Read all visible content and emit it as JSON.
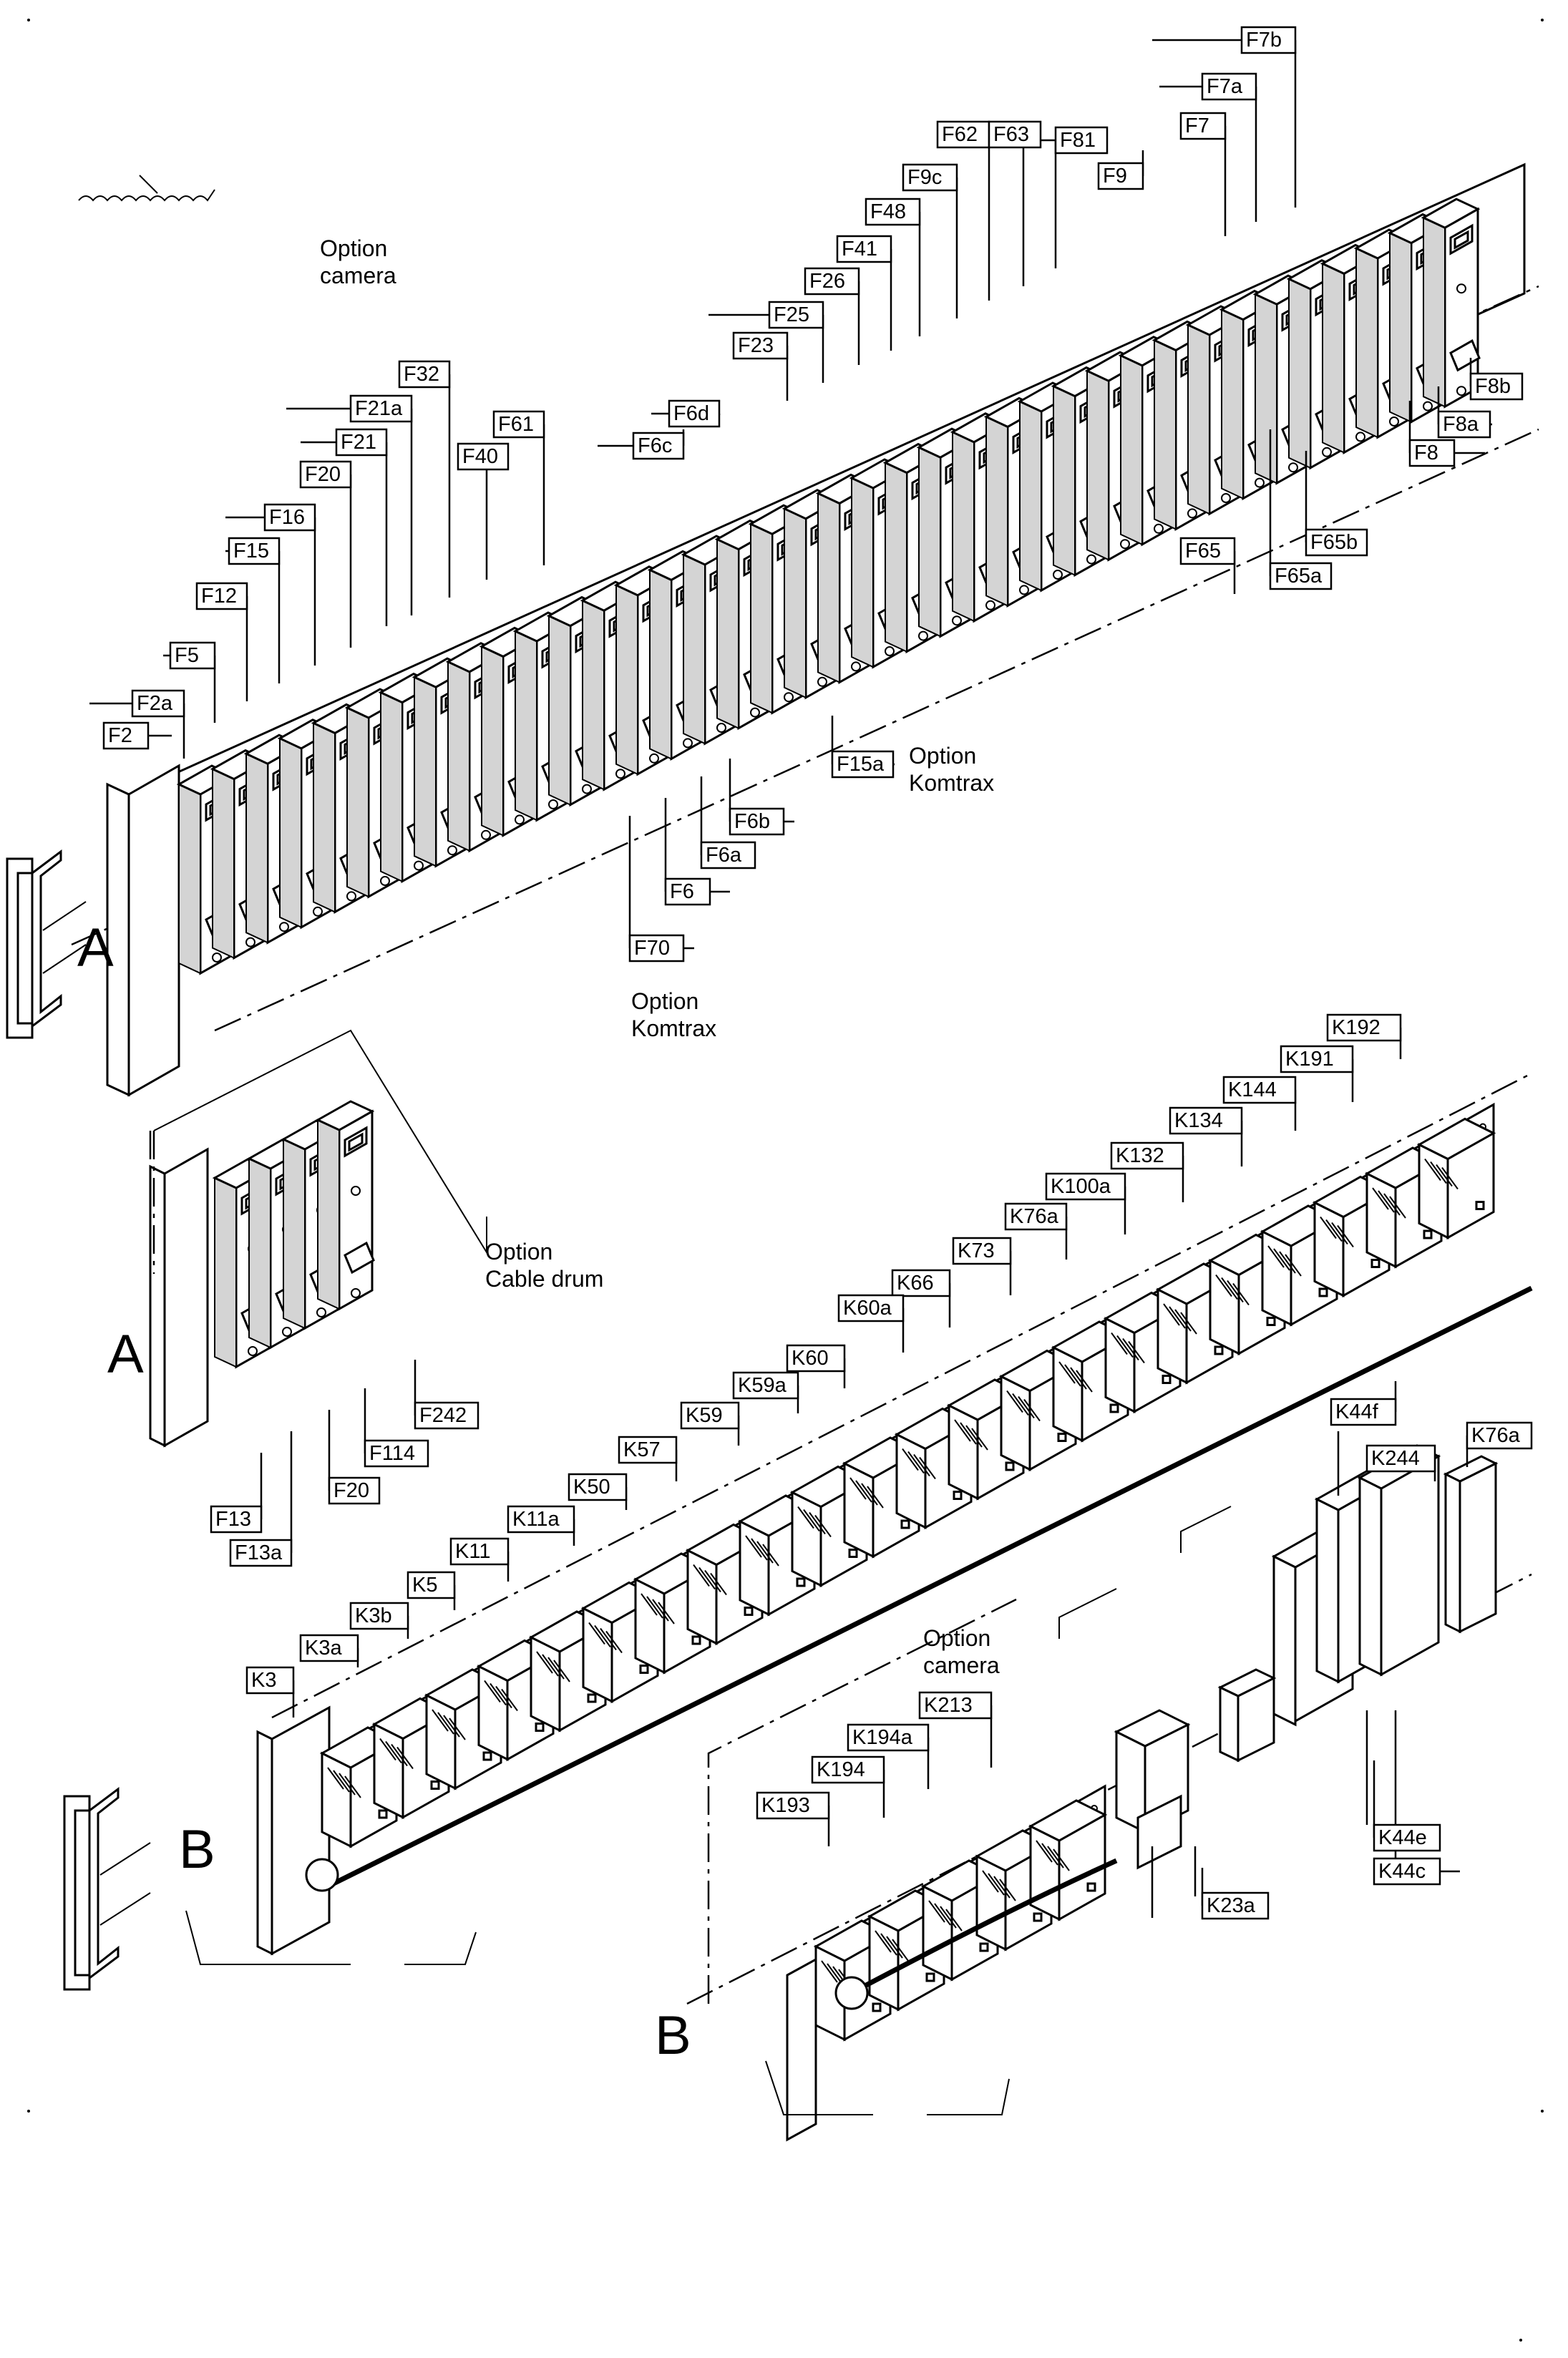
{
  "fuse_labels": {
    "F2": "F2",
    "F2a": "F2a",
    "F5": "F5",
    "F12": "F12",
    "F15": "F15",
    "F16": "F16",
    "F20": "F20",
    "F21": "F21",
    "F21a": "F21a",
    "F32": "F32",
    "F40": "F40",
    "F61": "F61",
    "F6c": "F6c",
    "F6d": "F6d",
    "F23": "F23",
    "F25": "F25",
    "F26": "F26",
    "F41": "F41",
    "F48": "F48",
    "F9c": "F9c",
    "F62": "F62",
    "F63": "F63",
    "F81": "F81",
    "F9": "F9",
    "F7": "F7",
    "F7a": "F7a",
    "F7b": "F7b",
    "F8": "F8",
    "F8a": "F8a",
    "F8b": "F8b",
    "F65": "F65",
    "F65a": "F65a",
    "F65b": "F65b",
    "F15a": "F15a",
    "F6b": "F6b",
    "F6a": "F6a",
    "F6": "F6",
    "F70": "F70",
    "F242": "F242",
    "F114": "F114",
    "F20b": "F20",
    "F13": "F13",
    "F13a": "F13a"
  },
  "relay_labels": {
    "K192": "K192",
    "K191": "K191",
    "K144": "K144",
    "K134": "K134",
    "K132": "K132",
    "K100a": "K100a",
    "K76a": "K76a",
    "K73": "K73",
    "K66": "K66",
    "K60a": "K60a",
    "K60": "K60",
    "K59a": "K59a",
    "K59": "K59",
    "K57": "K57",
    "K50": "K50",
    "K11a": "K11a",
    "K11": "K11",
    "K5": "K5",
    "K3b": "K3b",
    "K3a": "K3a",
    "K3": "K3",
    "K44f": "K44f",
    "K244": "K244",
    "K76a_b": "K76a",
    "K44e": "K44e",
    "K44c": "K44c",
    "K23a": "K23a",
    "K213": "K213",
    "K194a": "K194a",
    "K194": "K194",
    "K193": "K193"
  },
  "captions": {
    "option_camera_top_1": "Option",
    "option_camera_top_2": "camera",
    "option_komtrax_right_1": "Option",
    "option_komtrax_right_2": "Komtrax",
    "option_komtrax_bottom_1": "Option",
    "option_komtrax_bottom_2": "Komtrax",
    "option_cable_drum_1": "Option",
    "option_cable_drum_2": "Cable drum",
    "option_camera_bottom_1": "Option",
    "option_camera_bottom_2": "camera"
  },
  "section_markers": {
    "a_top": "A",
    "a_left": "A",
    "b_left": "B",
    "b_bottom": "B"
  }
}
